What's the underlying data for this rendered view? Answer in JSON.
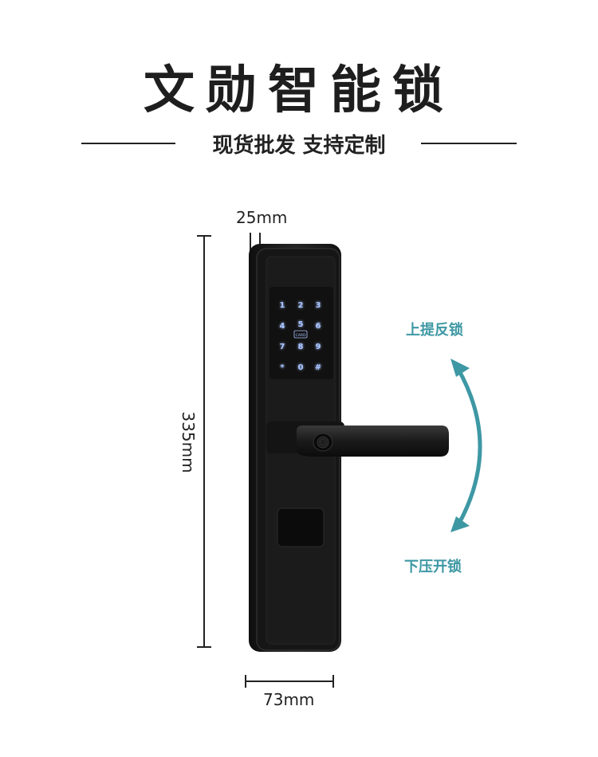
{
  "title": "文勋智能锁",
  "subtitle": "现货批发 支持定制",
  "dimensions": {
    "thickness": "25mm",
    "height": "335mm",
    "width": "73mm"
  },
  "keypad": {
    "keys": [
      "1",
      "2",
      "3",
      "4",
      "5",
      "6",
      "7",
      "8",
      "9",
      "*",
      "0",
      "#"
    ],
    "card_label": "CARD"
  },
  "actions": {
    "up": "上提反锁",
    "down": "下压开锁"
  },
  "colors": {
    "accent": "#3d98a4",
    "lock_body": "#1c1c1c",
    "keypad_glow": "#8fb6ff"
  }
}
